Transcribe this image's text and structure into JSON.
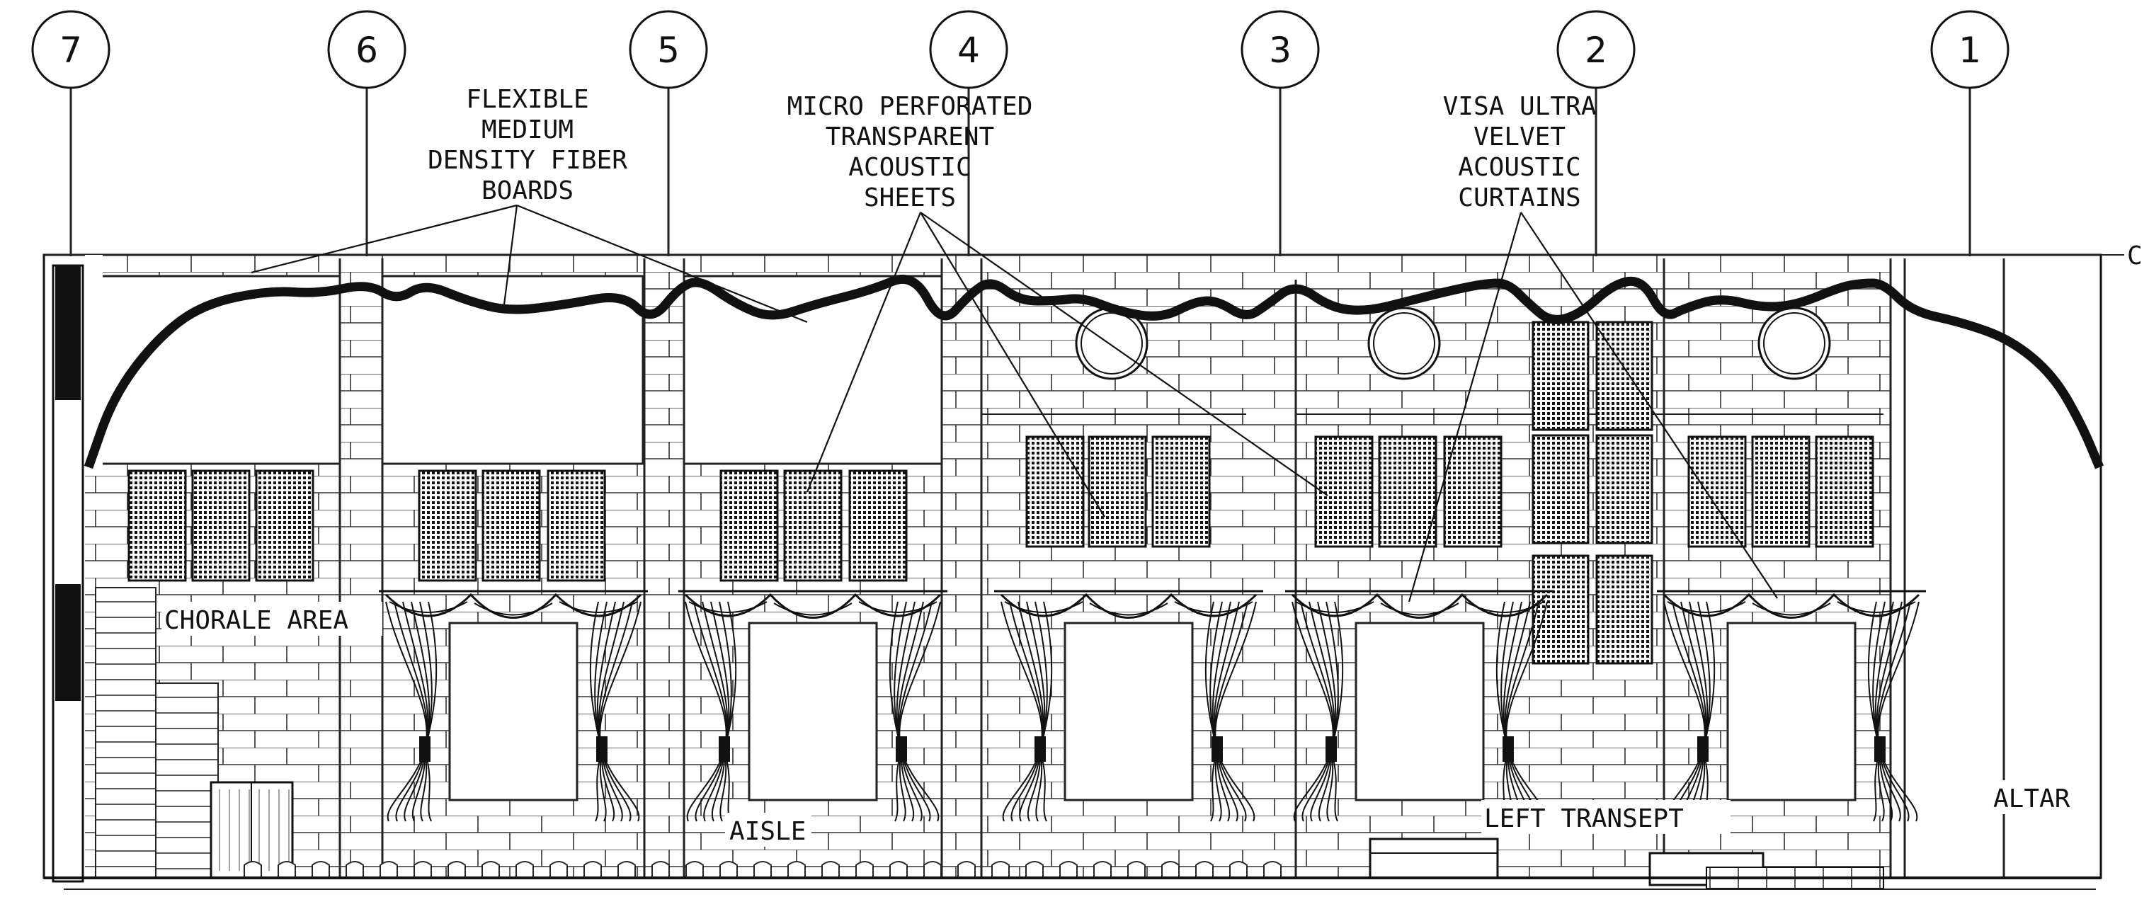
{
  "grid_bubbles": [
    "7",
    "6",
    "5",
    "4",
    "3",
    "2",
    "1"
  ],
  "callouts": {
    "fiber_boards": [
      "FLEXIBLE",
      "MEDIUM",
      "DENSITY FIBER",
      "BOARDS"
    ],
    "micro_sheets": [
      "MICRO PERFORATED",
      "TRANSPARENT",
      "ACOUSTIC",
      "SHEETS"
    ],
    "curtains": [
      "VISA ULTRA",
      "VELVET",
      "ACOUSTIC",
      "CURTAINS"
    ]
  },
  "zone_labels": {
    "chorale": "CHORALE AREA",
    "aisle": "AISLE",
    "transept": "LEFT TRANSEPT",
    "altar": "ALTAR"
  },
  "edge_mark": "C",
  "colors": {
    "ink": "#111111",
    "paper": "#ffffff"
  }
}
